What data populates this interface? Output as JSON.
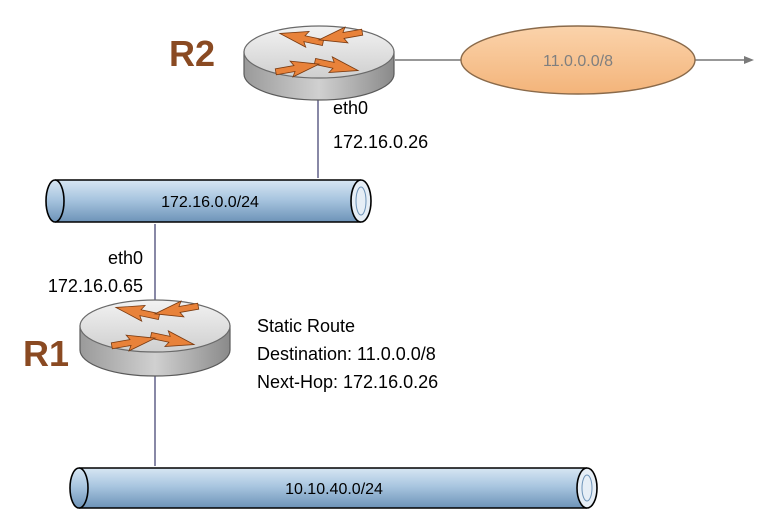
{
  "colors": {
    "router_label": "#8a4a22",
    "link_line": "#3a3a6a",
    "segment_fill": "#a9c6e0",
    "segment_stroke": "#000000",
    "cloud_fill": "#f7c08c",
    "cloud_text": "#7f7f7f",
    "router_body": "#b8b8b8",
    "router_top": "#e2e2e2",
    "arrow_fill": "#e8823a"
  },
  "routers": {
    "r2": {
      "name": "R2",
      "icon": "router-icon"
    },
    "r1": {
      "name": "R1",
      "icon": "router-icon"
    }
  },
  "networks": {
    "upper_segment": "172.16.0.0/24",
    "lower_segment": "10.10.40.0/24",
    "remote_cloud": "11.0.0.0/8"
  },
  "interfaces": {
    "r2_eth0": {
      "name": "eth0",
      "ip": "172.16.0.26"
    },
    "r1_eth0": {
      "name": "eth0",
      "ip": "172.16.0.65"
    }
  },
  "static_route": {
    "title": "Static Route",
    "destination": "Destination: 11.0.0.0/8",
    "next_hop": "Next-Hop: 172.16.0.26"
  }
}
